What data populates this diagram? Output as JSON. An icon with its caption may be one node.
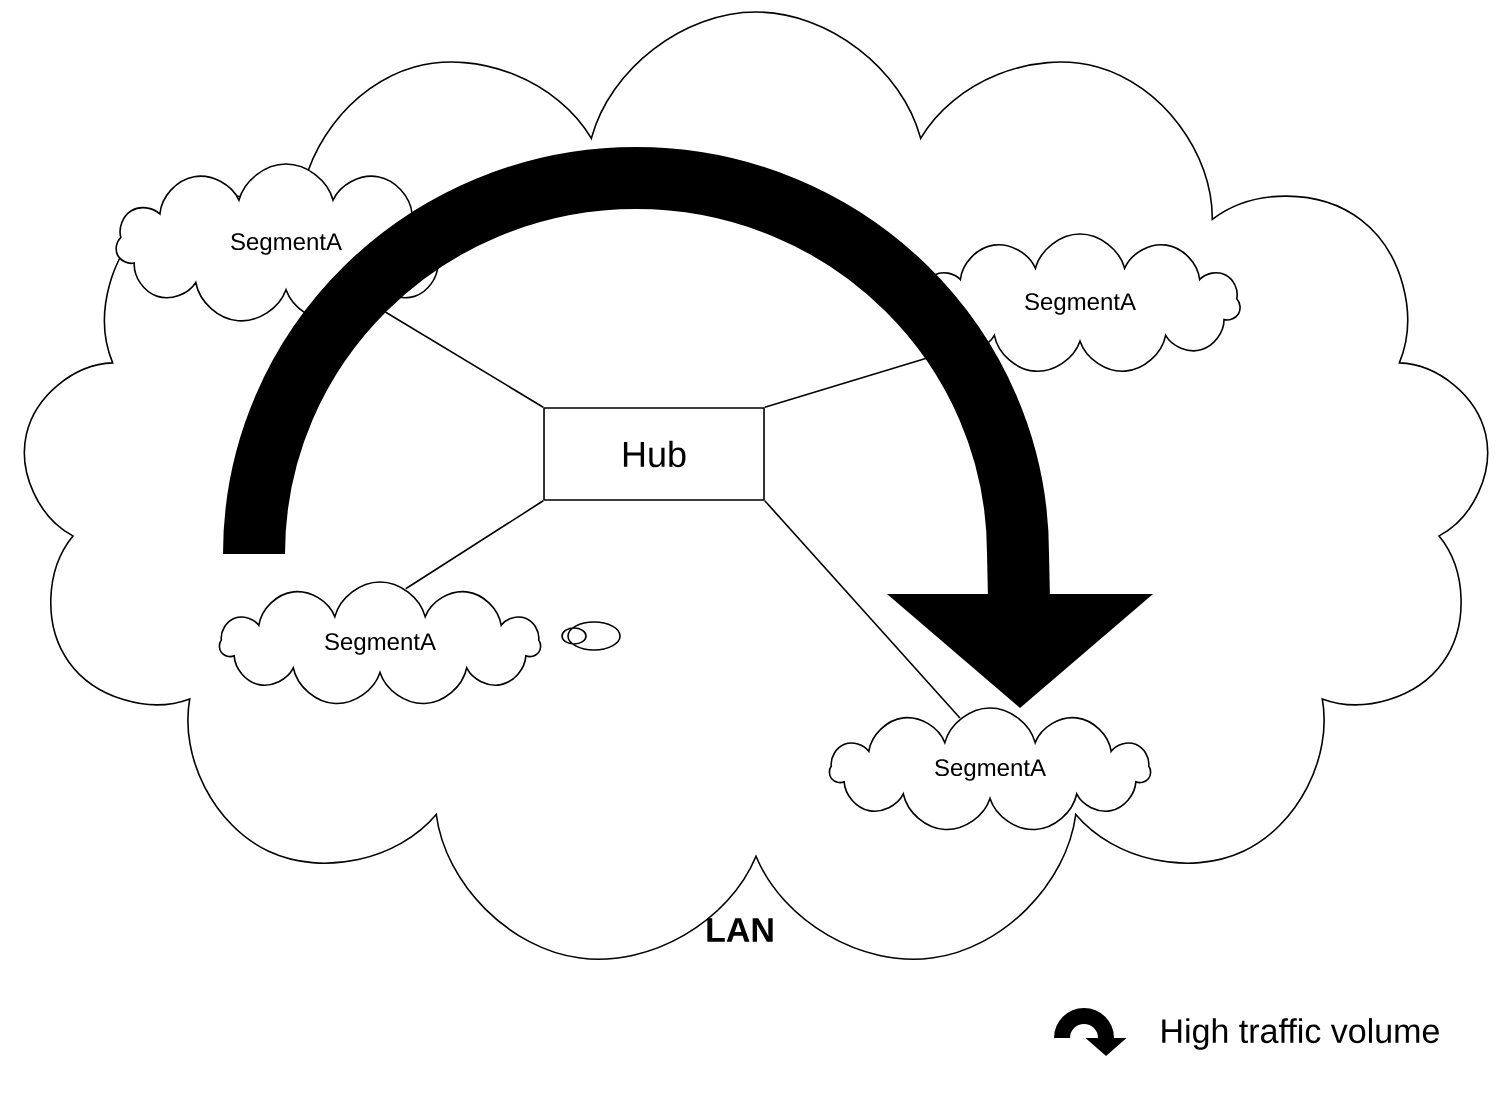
{
  "diagram": {
    "nodes": [
      {
        "text": [
          "LAN"
        ]
      },
      {
        "text": [
          "Hub"
        ],
        "in": 0
      },
      {
        "text": [
          "SegmentA"
        ],
        "in": 0
      },
      {
        "text": [
          "SegmentA"
        ],
        "in": 0
      },
      {
        "text": [
          "SegmentA"
        ],
        "in": 0
      },
      {
        "text": [
          "SegmentA"
        ],
        "in": 0
      }
    ],
    "edges": [
      {
        "from": 1,
        "to": 2,
        "arrow": "none"
      },
      {
        "from": 1,
        "to": 3,
        "arrow": "none"
      },
      {
        "from": 1,
        "to": 4,
        "arrow": "none"
      },
      {
        "from": 1,
        "to": 5,
        "arrow": "none"
      }
    ],
    "legend": [
      {
        "text": "High traffic volume"
      }
    ]
  }
}
